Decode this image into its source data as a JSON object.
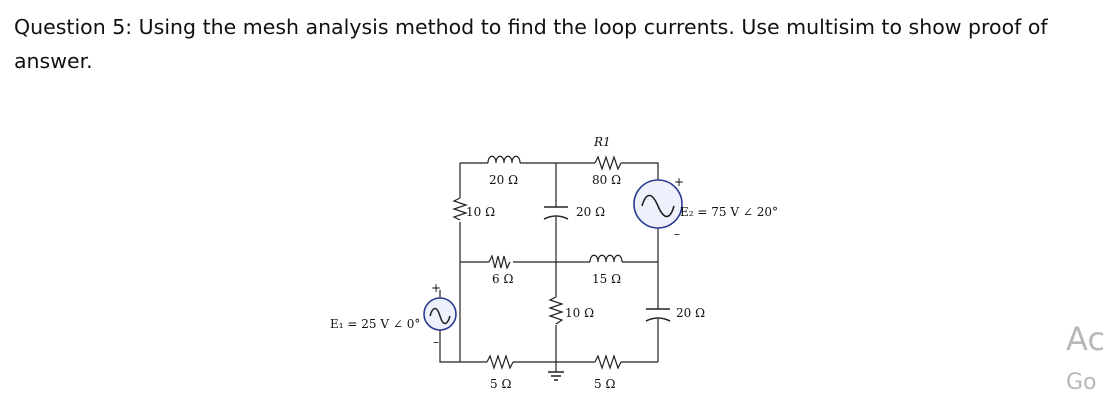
{
  "question": {
    "text": "Question 5: Using the mesh analysis method to find the loop currents. Use multisim to show proof of answer."
  },
  "circuit": {
    "r1_name": "R1",
    "r1_value": "80 Ω",
    "l_top_left": "20 Ω",
    "r_left_vertical": "10 Ω",
    "c_top_mid": "20 Ω",
    "r_mid_h": "6 Ω",
    "l_mid_right": "15 Ω",
    "r_center_vertical": "10 Ω",
    "c_right": "20 Ω",
    "r_bottom_left": "5 Ω",
    "r_bottom_right": "5 Ω",
    "e1_label": "E₁ = 25 V ∠ 0°",
    "e2_label": "E₂ = 75 V ∠ 20°",
    "plus": "+",
    "minus": "–"
  },
  "watermark": {
    "line1": "Ac",
    "line2": "Go"
  }
}
